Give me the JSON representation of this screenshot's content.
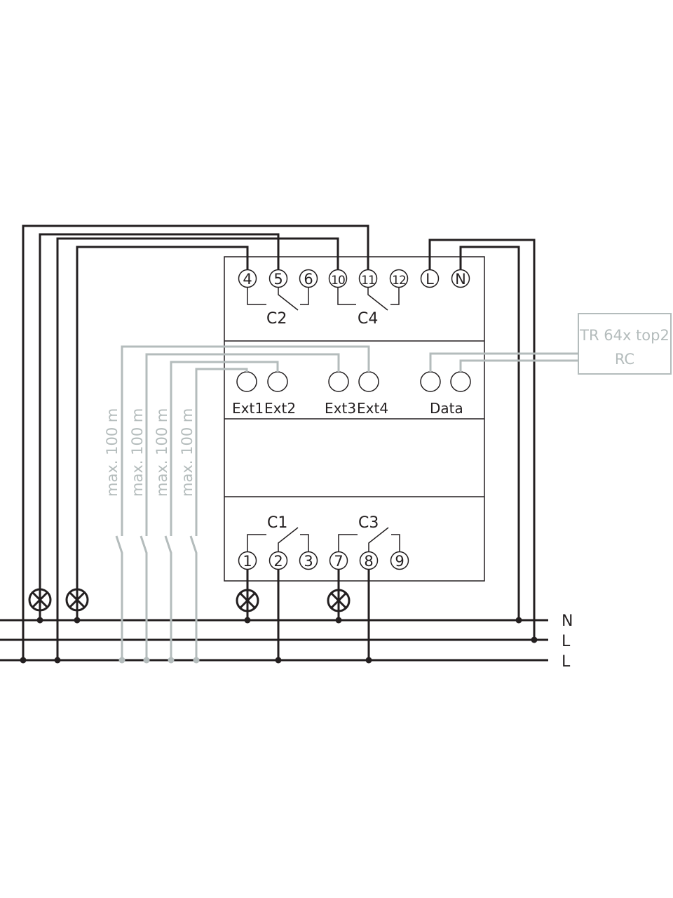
{
  "device": {
    "relay_labels": [
      "C2",
      "C4",
      "C1",
      "C3"
    ],
    "top_terminals": [
      "4",
      "5",
      "6",
      "10",
      "11",
      "12",
      "L",
      "N"
    ],
    "bottom_terminals": [
      "1",
      "2",
      "3",
      "7",
      "8",
      "9"
    ],
    "inputs": [
      "Ext1",
      "Ext2",
      "Ext3",
      "Ext4"
    ],
    "data_label": "Data"
  },
  "remote": {
    "line1": "TR 64x top2",
    "line2": "RC"
  },
  "cable_limit": "max. 100 m",
  "bus_labels": [
    "N",
    "L",
    "L"
  ],
  "colors": {
    "line": "#231f20",
    "secondary": "#b4bcbc"
  }
}
